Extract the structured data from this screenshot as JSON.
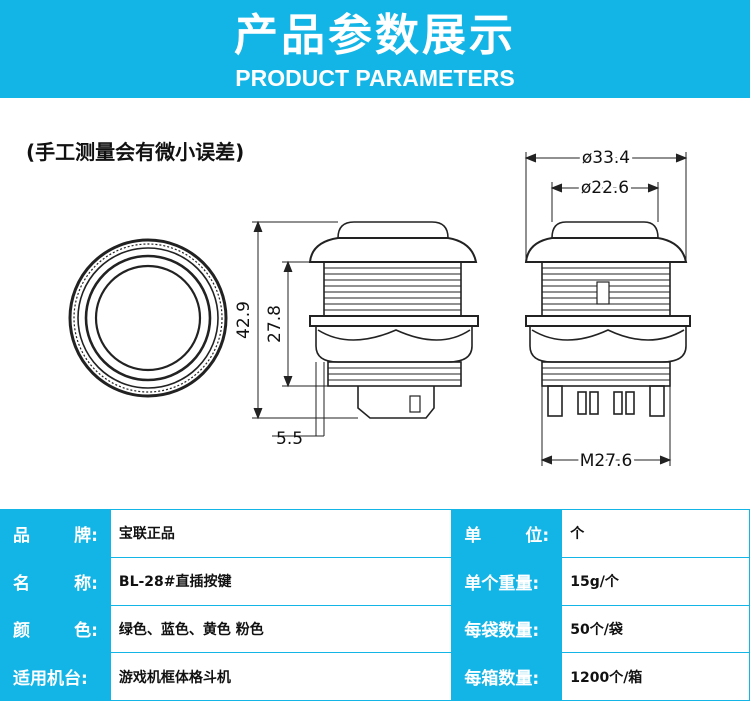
{
  "header": {
    "title": "产品参数展示",
    "subtitle": "PRODUCT PARAMETERS"
  },
  "note": "(手工测量会有微小误差)",
  "dimensions": {
    "outer_diameter": "ø33.4",
    "inner_diameter": "ø22.6",
    "total_height": "42.9",
    "thread_height": "27.8",
    "nut_width": "5.5",
    "thread_size": "M27.6"
  },
  "specs": {
    "brand_label": [
      "品",
      "牌:"
    ],
    "brand_value": "宝联正品",
    "unit_label": [
      "单",
      "位:"
    ],
    "unit_value": "个",
    "name_label": [
      "名",
      "称:"
    ],
    "name_value": "BL-28#直插按键",
    "weight_label": "单个重量:",
    "weight_value": "15g/个",
    "color_label": [
      "颜",
      "色:"
    ],
    "color_value": "绿色、蓝色、黄色  粉色",
    "bag_label": "每袋数量:",
    "bag_value": "50个/袋",
    "usage_label": "适用机台:",
    "usage_value": "游戏机框体格斗机",
    "box_label": "每箱数量:",
    "box_value": "1200个/箱"
  },
  "colors": {
    "accent": "#13b5e7",
    "line": "#222222"
  }
}
